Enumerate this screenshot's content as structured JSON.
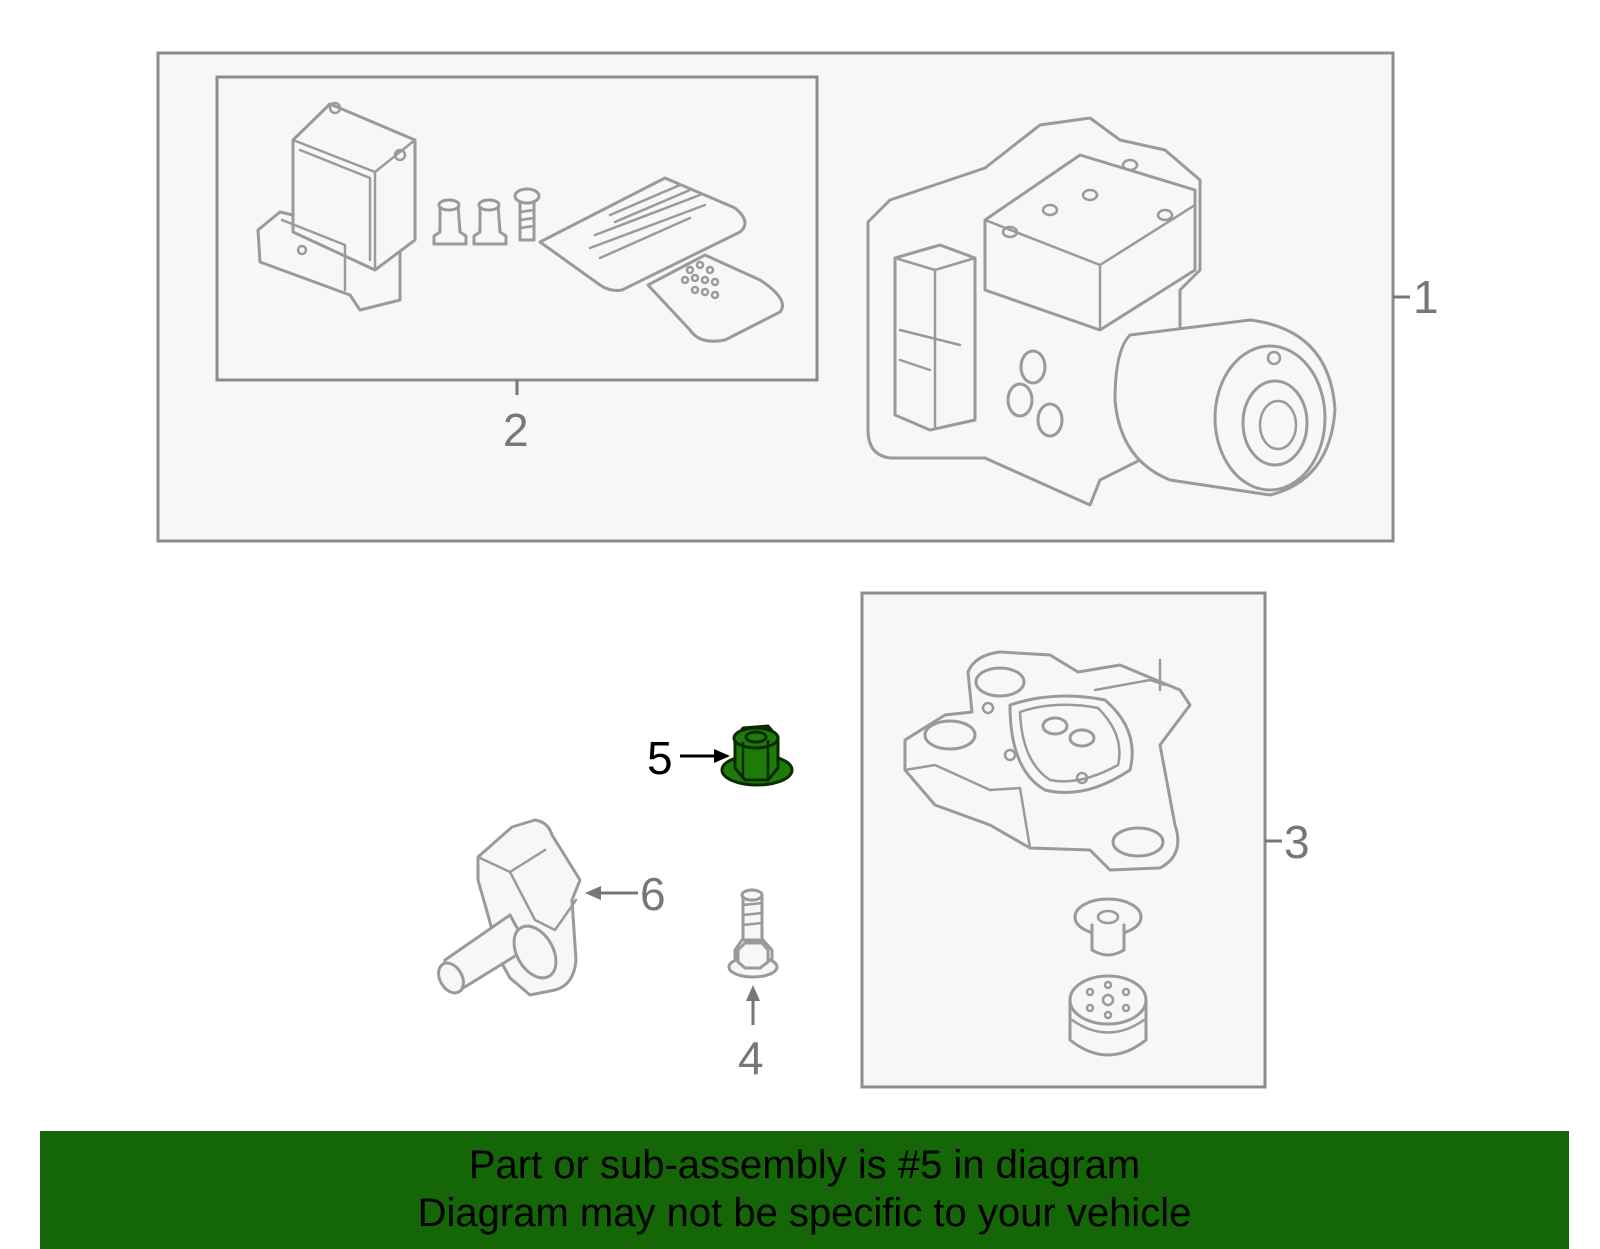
{
  "callouts": {
    "c1": "1",
    "c2": "2",
    "c3": "3",
    "c4": "4",
    "c5": "5",
    "c6": "6"
  },
  "highlight_color": "#1e7a0a",
  "banner": {
    "line1": "Part or sub-assembly is #5 in diagram",
    "line2": "Diagram may not be specific to your vehicle",
    "background": "#156606"
  }
}
